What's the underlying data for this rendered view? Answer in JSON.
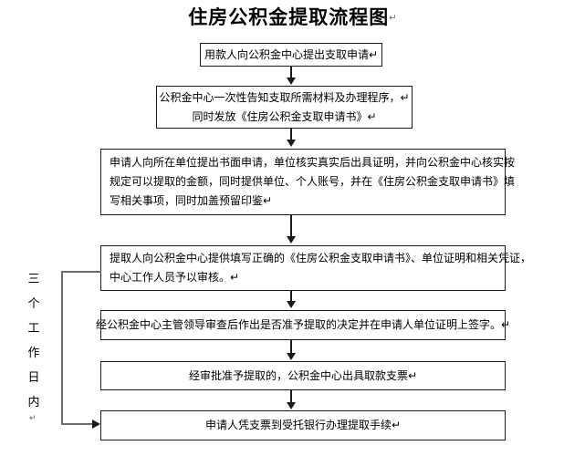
{
  "document": {
    "title": "住房公积金提取流程图",
    "title_mark": "↵",
    "type": "flowchart"
  },
  "side_label": {
    "chars": [
      "三",
      "个",
      "工",
      "作",
      "日",
      "内"
    ],
    "mark": "↵",
    "text": "三个工作日内"
  },
  "nodes": [
    {
      "id": "node-1",
      "lines": [
        "用款人向公积金中心提出支取申请↵"
      ],
      "align": "center"
    },
    {
      "id": "node-2",
      "lines": [
        "公积金中心一次性告知支取所需材料及办理程序，↵",
        "同时发放《住房公积金支取申请书》↵"
      ],
      "align": "center"
    },
    {
      "id": "node-3",
      "lines": [
        "申请人向所在单位提出书面申请，单位核实真实后出具证明，并向公积金中心核实按",
        "规定可以提取的金额，同时提供单位、个人账号，并在《住房公积金支取申请书》填",
        "写相关事项，同时加盖预留印鉴↵"
      ],
      "align": "justify"
    },
    {
      "id": "node-4",
      "lines": [
        "提取人向公积金中心提供填写正确的《住房公积金支取申请书》、单位证明和相关凭证，",
        "中心工作人员予以审核。↵"
      ],
      "align": "justify"
    },
    {
      "id": "node-5",
      "lines": [
        "经公积金中心主管领导审查后作出是否准予提取的决定并在申请人单位证明上签字。↵"
      ],
      "align": "center"
    },
    {
      "id": "node-6",
      "lines": [
        "经审批准予提取的，公积金中心出具取款支票↵"
      ],
      "align": "center"
    },
    {
      "id": "node-7",
      "lines": [
        "申请人凭支票到受托银行办理提取手续↵"
      ],
      "align": "center"
    }
  ],
  "colors": {
    "border": "#1a1a1a",
    "connector": "#6b6b6b",
    "text": "#000000",
    "background": "#ffffff",
    "mark": "#55607a"
  }
}
